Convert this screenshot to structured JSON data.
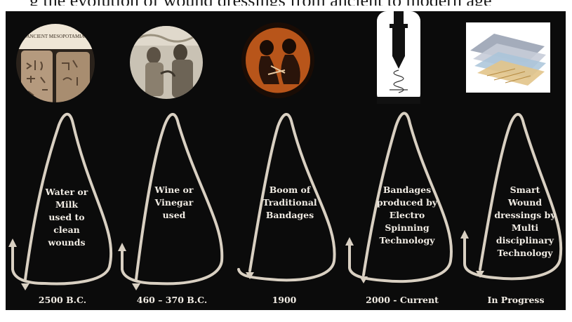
{
  "partial_title": "g the evolution of wound dressings from ancient to modern age",
  "stages": [
    {
      "image": "ancient-mesopotamia-clay-tablet-image",
      "image_caption": "ANCIENT MESOPOTAMIA",
      "lines": [
        "Water or",
        "Milk",
        "used to",
        "clean",
        "wounds"
      ],
      "period": "2500 B.C."
    },
    {
      "image": "ancient-greek-physician-relief-image",
      "lines": [
        "Wine or",
        "Vinegar",
        "used"
      ],
      "period": "460 – 370 B.C."
    },
    {
      "image": "greek-vase-bandaging-scene-image",
      "lines": [
        "Boom of",
        "Traditional",
        "Bandages"
      ],
      "period": "1900"
    },
    {
      "image": "electrospinning-needle-image",
      "lines": [
        "Bandages",
        "produced by",
        "Electro",
        "Spinning",
        "Technology"
      ],
      "period": "2000 - Current"
    },
    {
      "image": "layered-smart-dressing-image",
      "lines": [
        "Smart",
        "Wound",
        "dressings by",
        "Multi",
        "disciplinary",
        "Technology"
      ],
      "period": "In Progress"
    }
  ],
  "colors": {
    "background": "#0b0b0b",
    "arrow": "#d9d0c2",
    "text": "#f1ece4"
  }
}
